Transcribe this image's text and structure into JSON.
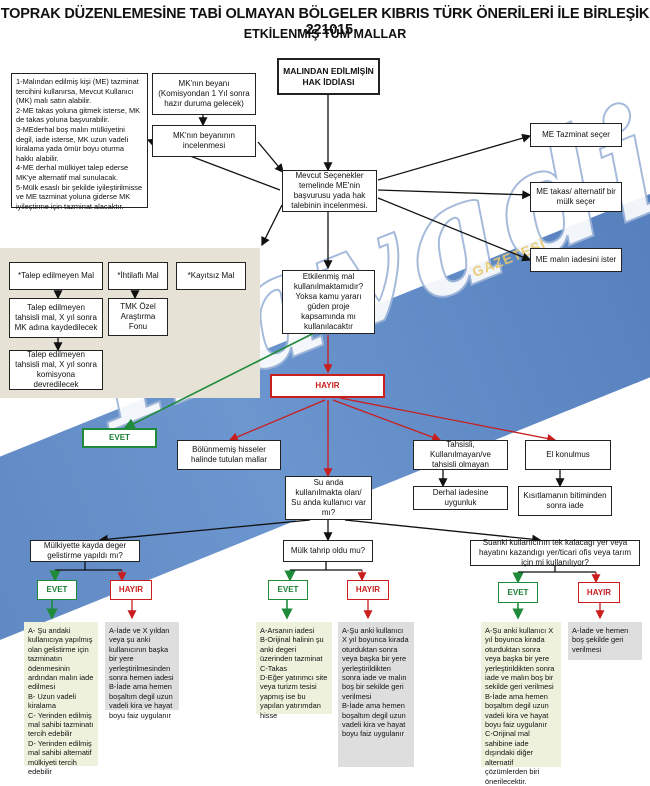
{
  "header": {
    "title": "TOPRAK DÜZENLEMESİNE TABİ OLMAYAN BÖLGELER KIBRIS TÜRK ÖNERİLERİ İLE BİRLEŞİK - 221015",
    "subtitle": "ETKİLENMİŞ TÜM MALLAR"
  },
  "watermark": {
    "text": "Havadis",
    "sub": "GAZETESİ"
  },
  "nodes": {
    "top_claim": "MALINDAN EDİLMİŞİN HAK İDDİASI",
    "mk_statement": "MK'nın beyanı (Komisyondan 1 Yıl sonra hazır duruma gelecek)",
    "mk_review": "MK'nın beyanının incelenmesi",
    "mechanisms": "Mevcut Seçenekler temelinde ME'nin başvurusu yada hak talebinin incelenmesi.",
    "compensation": "ME Tazminat seçer",
    "exchange": "ME takas/ alternatif bir mülk seçer",
    "restitution": "ME malın iadesini ister",
    "affected_q": "Etkilenmiş mal kullanılmaktamıdır? Yoksa kamu yararı güden proje kapsamında mı kullanılacaktır",
    "not_requested": "*Talep edilmeyen Mal",
    "disputed": "*İhtilaflı Mal",
    "unrecorded": "*Kayıtsız Mal",
    "not_req_a": "Talep edilmeyen tahsisli mal, X yıl sonra MK adına kaydedilecek",
    "not_req_b": "Talep edilmeyen tahsisli mal, X yıl sonra komisyona devredilecek",
    "tmk_fund": "TMK Özel Araştırma Fonu",
    "hayir": "HAYIR",
    "evet": "EVET",
    "divided": "Bölünmemiş hisseler halinde tutulan mallar",
    "allocated_unused": "Tahsisli, Kullanılmayan/ve tahsisli olmayan",
    "direct_return": "Derhal iadesine uygunluk",
    "abandoned": "El konulmus",
    "restriction": "Kısıtlamanın bitiminden sonra iade",
    "current_user_q": "Su anda kullanılmakta olan/ Su anda kullanıcı var mı?",
    "dev_q": "Mülkiyette kayda deger gelistirme yapıldı mı?",
    "destroyed_q": "Mülk tahrip oldu mu?",
    "living_q": "Suanki kullanıcının tek kalacagı yer veya hayatını kazandıgı yer/ticari ofis veya tarım için mi kullanılıyor?"
  },
  "branches": {
    "evet": "EVET",
    "hayir": "HAYIR"
  },
  "left_list": [
    "1-Malından edilmiş kişi (ME) tazminat tercihini kullanırsa, Mevcut Kullanıcı (MK) malı satın alabilir.",
    "2-ME takas yoluna gitmek isterse, MK de takas yoluna başvurabilir.",
    "3-MEderhal boş malın mülkiyetini degil, iade isterse, MK uzun vadeli kiralama yada ömür boyu oturma hakkı alabilir.",
    "4-ME derhal mülkiyet talep ederse MK'ye alternatif mal sunulacak.",
    "5-Mülk esaslı bir şekilde iyileştirilmisse ve ME tazminat yoluna giderse MK iyileştirme için tazminat alacaktır."
  ],
  "answers": {
    "a1": [
      "A- Şu andaki kullanıcıya yapılmış olan gelistirme için tazminatın ödenmesinin ardından malın iade edilmesi",
      "B- Uzun vadeli kiralama",
      "C- Yerinden edilmiş mal sahibi tazminatı tercih edebilir",
      "D- Yerinden edilmiş mal sahibi alternatif mülkiyeti tercih edebilir"
    ],
    "h1": [
      "A-İade ve X yıldan veya şu anki kullanıcının başka bir yere yerleştirilmesinden sonra hemen iadesi",
      "B-İade ama hemen boşaltım degil uzun vadeli kira ve hayat boyu faiz uygulanır"
    ],
    "a2": [
      "A-Arsanın iadesi",
      "B-Orijinal halinin şu anki degeri üzerinden tazminat",
      "C-Takas",
      "D-Eğer yatırımcı site veya turizm tesisi yapmış ise bu yapılan yatırımdan hisse"
    ],
    "h2": [
      "A-Şu anki kullanıcı X yıl boyunca kirada oturduktan sonra veya başka bir yere yerleştirildikten sonra iade ve malın boş bir sekilde geri verilmesi",
      "B-İade ama hemen boşaltım degil uzun vadeli kira ve hayat boyu faiz uygulanır"
    ],
    "a3": [
      "A-Şu anki kullanıcı X yıl boyunca kirada oturduktan sonra veya başka bir yere yerleştirildikten sonra iade ve malın boş bir sekilde geri verilmesi",
      "B-İade ama hemen boşaltım degil uzun vadeli kira ve hayat boyu faiz uygulanır",
      "C-Orijinal mal sahibine iade dışındaki diğer alternatif çözümlerden biri önerilecektir."
    ],
    "h3": [
      "A-İade ve hemen boş şekilde geri verilmesi"
    ]
  },
  "colors": {
    "red": "#c81e1e",
    "green": "#1e8a3a",
    "blue_band": "#3d6fb6",
    "beige": "#e6e3d6"
  }
}
